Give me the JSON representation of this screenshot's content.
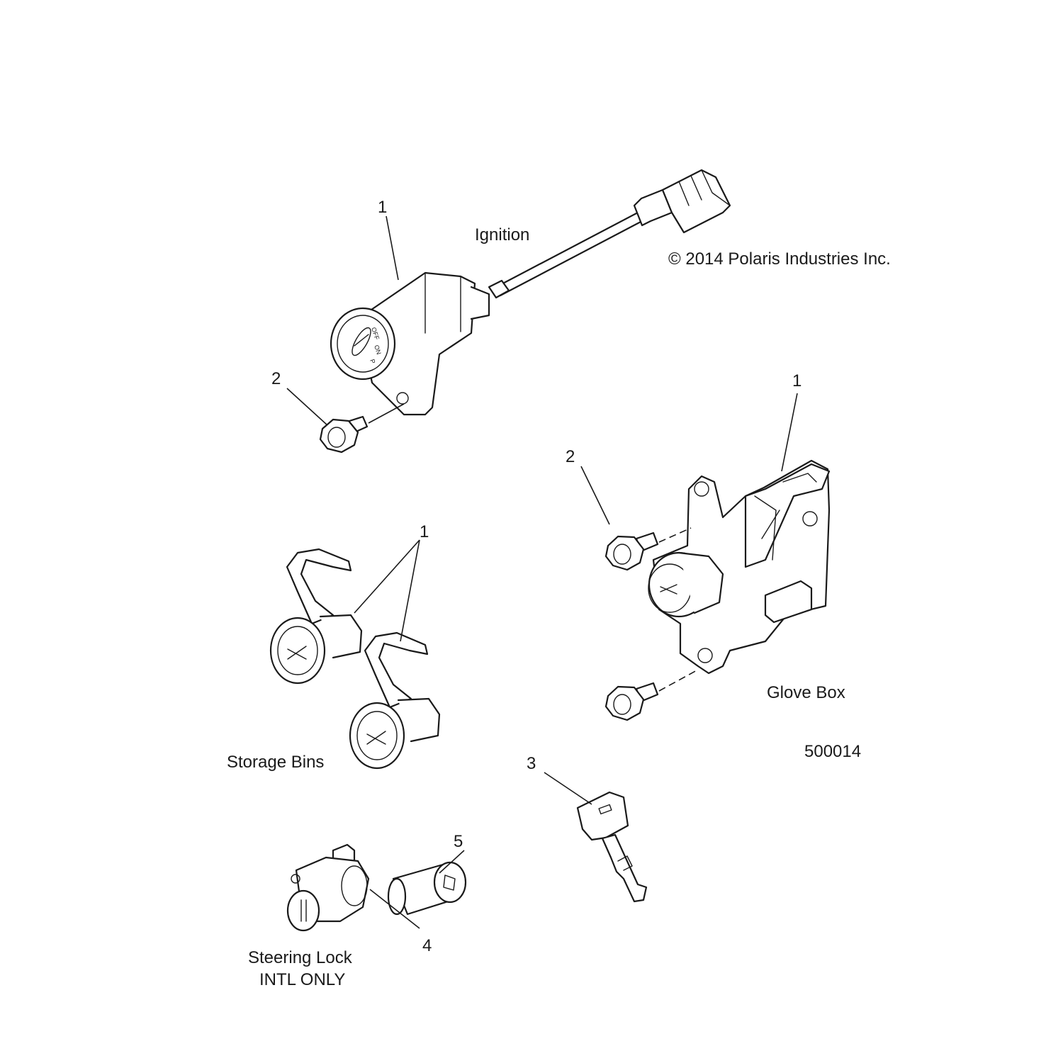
{
  "copyright": "© 2014 Polaris Industries Inc.",
  "figure_number": "500014",
  "groups": {
    "ignition": {
      "caption": "Ignition",
      "callouts": [
        "1",
        "2"
      ]
    },
    "glove_box": {
      "caption": "Glove Box",
      "callouts": [
        "1",
        "2"
      ]
    },
    "storage_bins": {
      "caption": "Storage Bins",
      "callouts": [
        "1"
      ]
    },
    "key": {
      "callouts": [
        "3"
      ]
    },
    "steering_lock": {
      "caption_line1": "Steering Lock",
      "caption_line2": "INTL ONLY",
      "callouts": [
        "4",
        "5"
      ]
    }
  },
  "ignition_switch_marks": [
    "OFF",
    "ON",
    "P"
  ]
}
